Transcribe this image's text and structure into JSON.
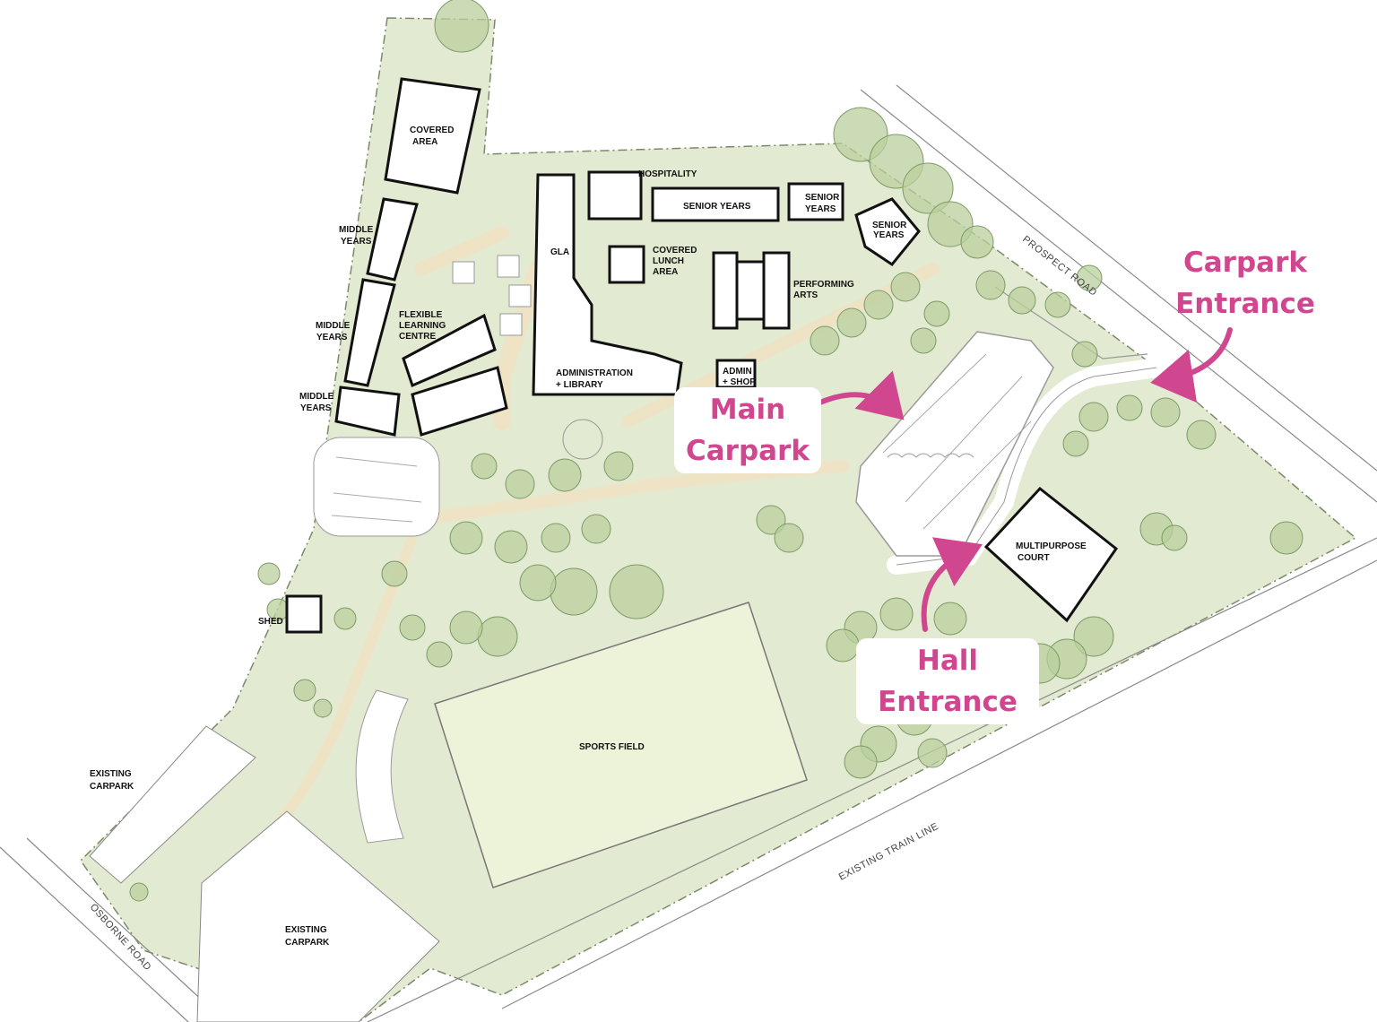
{
  "map": {
    "buildings": {
      "covered_area": [
        "COVERED",
        "AREA"
      ],
      "hospitality": "HOSPITALITY",
      "senior_years_1": "SENIOR YEARS",
      "senior_years_2": [
        "SENIOR",
        "YEARS"
      ],
      "senior_years_3": [
        "SENIOR",
        "YEARS"
      ],
      "gla": "GLA",
      "covered_lunch_area": [
        "COVERED",
        "LUNCH",
        "AREA"
      ],
      "performing_arts": [
        "PERFORMING",
        "ARTS"
      ],
      "middle_years_1": [
        "MIDDLE",
        "YEARS"
      ],
      "middle_years_2": [
        "MIDDLE",
        "YEARS"
      ],
      "middle_years_3": [
        "MIDDLE",
        "YEARS"
      ],
      "flexible_learning_centre": [
        "FLEXIBLE",
        "LEARNING",
        "CENTRE"
      ],
      "administration_library": [
        "ADMINISTRATION",
        "+ LIBRARY"
      ],
      "admin_shop": [
        "ADMIN",
        "+ SHOP"
      ],
      "multipurpose_court": [
        "MULTIPURPOSE",
        "COURT"
      ],
      "shed": "SHED",
      "sports_field": "SPORTS FIELD",
      "existing_carpark_1": [
        "EXISTING",
        "CARPARK"
      ],
      "existing_carpark_2": [
        "EXISTING",
        "CARPARK"
      ]
    },
    "roads": {
      "prospect_road": "PROSPECT ROAD",
      "osborne_road": "OSBORNE ROAD",
      "train_line": "EXISTING TRAIN LINE"
    },
    "callouts": {
      "carpark_entrance": [
        "Carpark",
        "Entrance"
      ],
      "main_carpark": [
        "Main",
        "Carpark"
      ],
      "hall_entrance": [
        "Hall",
        "Entrance"
      ]
    },
    "colors": {
      "accent": "#d1478f",
      "grass": "#e3ead2",
      "field": "#edf3d8",
      "tree": "#b9cf9c",
      "path": "#efe3c6"
    }
  }
}
